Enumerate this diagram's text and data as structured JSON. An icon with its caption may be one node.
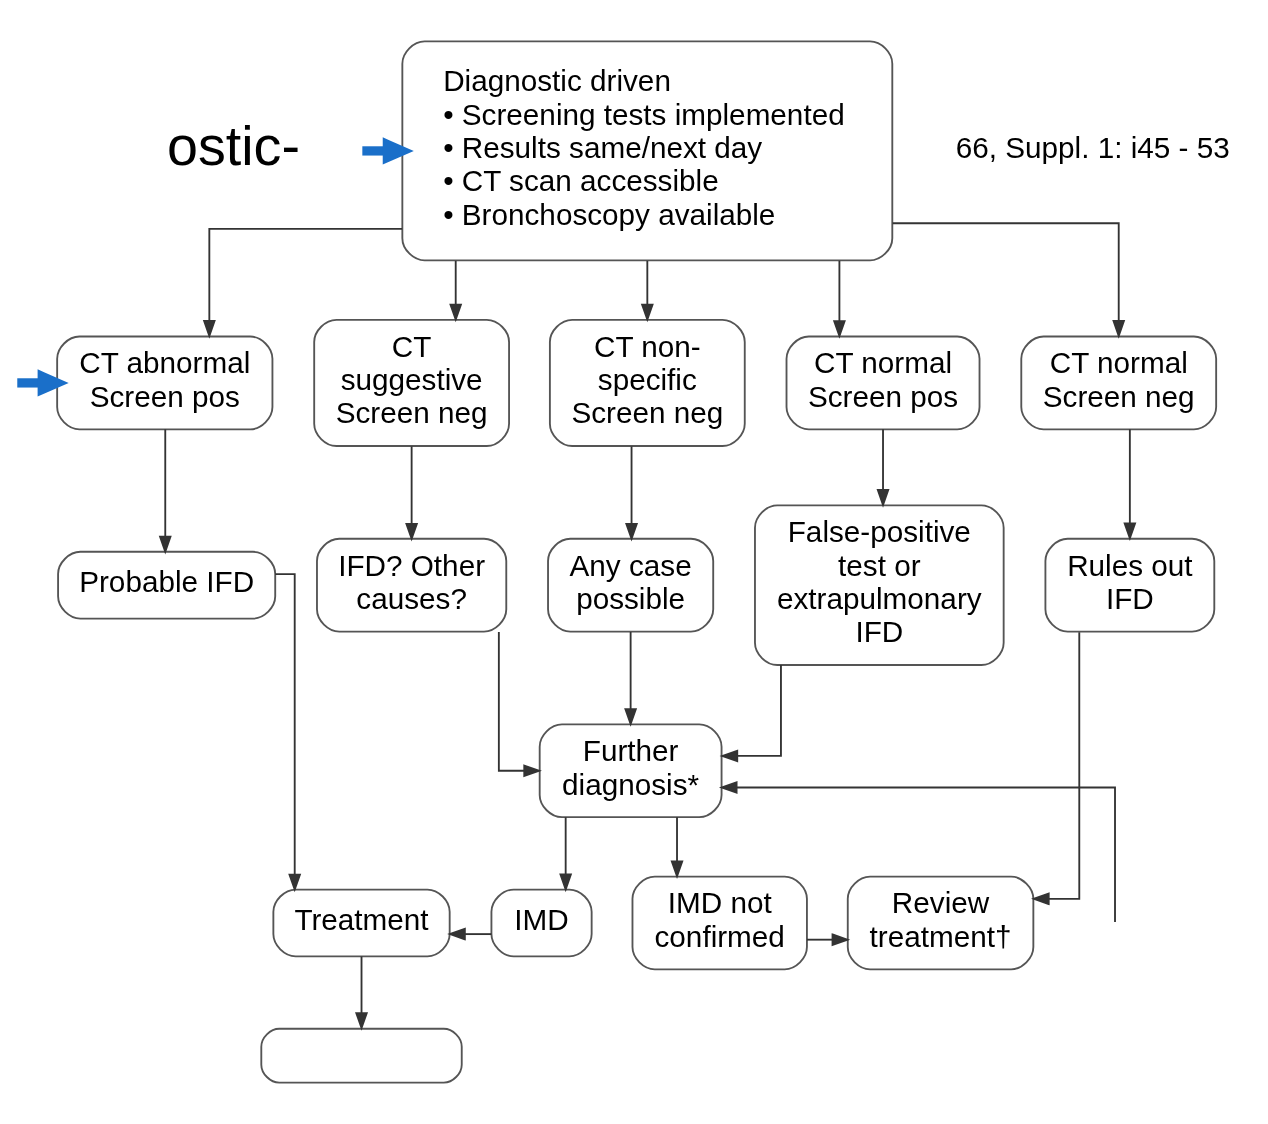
{
  "diagram": {
    "nodes": [
      {
        "text": [
          "Diagnostic driven",
          "• Screening tests implemented",
          "• Results same/next day",
          "• CT scan accessible",
          "• Bronchoscopy available"
        ]
      },
      {
        "text": [
          "CT abnormal Screen pos"
        ]
      },
      {
        "text": [
          "CT suggestive Screen neg"
        ]
      },
      {
        "text": [
          "CT non-specific Screen neg"
        ]
      },
      {
        "text": [
          "CT normal Screen pos"
        ]
      },
      {
        "text": [
          "CT normal Screen neg"
        ]
      },
      {
        "text": [
          "Probable IFD"
        ]
      },
      {
        "text": [
          "IFD? Other causes?"
        ]
      },
      {
        "text": [
          "Any case possible"
        ]
      },
      {
        "text": [
          "False-positive test or extrapulmonary IFD"
        ]
      },
      {
        "text": [
          "Rules out IFD"
        ]
      },
      {
        "text": [
          "Further diagnosis*"
        ]
      },
      {
        "text": [
          "Treatment"
        ]
      },
      {
        "text": [
          "IMD"
        ]
      },
      {
        "text": [
          "IMD not confirmed"
        ]
      },
      {
        "text": [
          "Review treatment†"
        ]
      },
      {
        "text": [],
        "shape": "box"
      }
    ],
    "edges": [
      {
        "from": null,
        "to": 0,
        "arrow": "to",
        "style": "thick",
        "color": "#1a6fc9"
      },
      {
        "from": null,
        "to": 1,
        "arrow": "to",
        "style": "thick",
        "color": "#1a6fc9"
      },
      {
        "from": 0,
        "to": 1,
        "arrow": "to"
      },
      {
        "from": 0,
        "to": 2,
        "arrow": "to"
      },
      {
        "from": 0,
        "to": 3,
        "arrow": "to"
      },
      {
        "from": 0,
        "to": 4,
        "arrow": "to"
      },
      {
        "from": 0,
        "to": 5,
        "arrow": "to"
      },
      {
        "from": 1,
        "to": 6,
        "arrow": "to"
      },
      {
        "from": 2,
        "to": 7,
        "arrow": "to"
      },
      {
        "from": 3,
        "to": 8,
        "arrow": "to"
      },
      {
        "from": 4,
        "to": 9,
        "arrow": "to"
      },
      {
        "from": 5,
        "to": 10,
        "arrow": "to"
      },
      {
        "from": 7,
        "to": 11,
        "arrow": "to"
      },
      {
        "from": 8,
        "to": 11,
        "arrow": "to"
      },
      {
        "from": 9,
        "to": 11,
        "arrow": "to"
      },
      {
        "from": null,
        "to": 11,
        "arrow": "to"
      },
      {
        "from": 6,
        "to": 12,
        "arrow": "to"
      },
      {
        "from": 11,
        "to": 13,
        "arrow": "to"
      },
      {
        "from": 11,
        "to": 14,
        "arrow": "to"
      },
      {
        "from": 10,
        "to": 15,
        "arrow": "to"
      },
      {
        "from": 13,
        "to": 12,
        "arrow": "to"
      },
      {
        "from": 14,
        "to": 15,
        "arrow": "to"
      },
      {
        "from": 12,
        "to": 16,
        "arrow": "to"
      }
    ],
    "labels": [
      "ostic-",
      "66, Suppl. 1: i45 - 53"
    ]
  }
}
